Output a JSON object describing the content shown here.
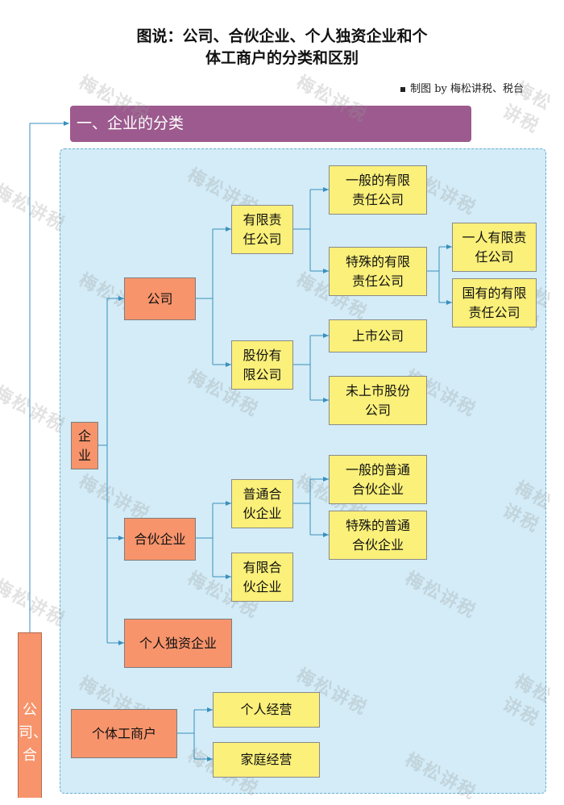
{
  "header": {
    "title_line1": "图说：公司、合伙企业、个人独资企业和个",
    "title_line2": "体工商户的分类和区别",
    "credit": "制图 by 梅松讲税、税台"
  },
  "section": {
    "title": "一、企业的分类"
  },
  "side_label": "公司、合",
  "tree": {
    "enterprise": "企\n业",
    "company": "公司",
    "llc": "有限责\n任公司",
    "general_llc": "一般的有限\n责任公司",
    "special_llc": "特殊的有限\n责任公司",
    "one_person_llc": "一人有限责\n任公司",
    "state_owned_llc": "国有的有限\n责任公司",
    "joint_stock": "股份有\n限公司",
    "listed": "上市公司",
    "unlisted": "未上市股份\n公司",
    "partnership": "合伙企业",
    "general_partnership": "普通合\n伙企业",
    "ordinary_general": "一般的普通\n合伙企业",
    "special_general": "特殊的普通\n合伙企业",
    "limited_partnership": "有限合\n伙企业",
    "sole_proprietorship": "个人独资企业",
    "individual_business": "个体工商户",
    "individual_operation": "个人经营",
    "family_operation": "家庭经营"
  },
  "watermark": "梅松讲税",
  "colors": {
    "section_bar": "#9c5a8e",
    "panel": "#d3ecf7",
    "orange_node": "#f7946c",
    "yellow_node": "#faf07a",
    "connector": "#3a8fbd"
  }
}
